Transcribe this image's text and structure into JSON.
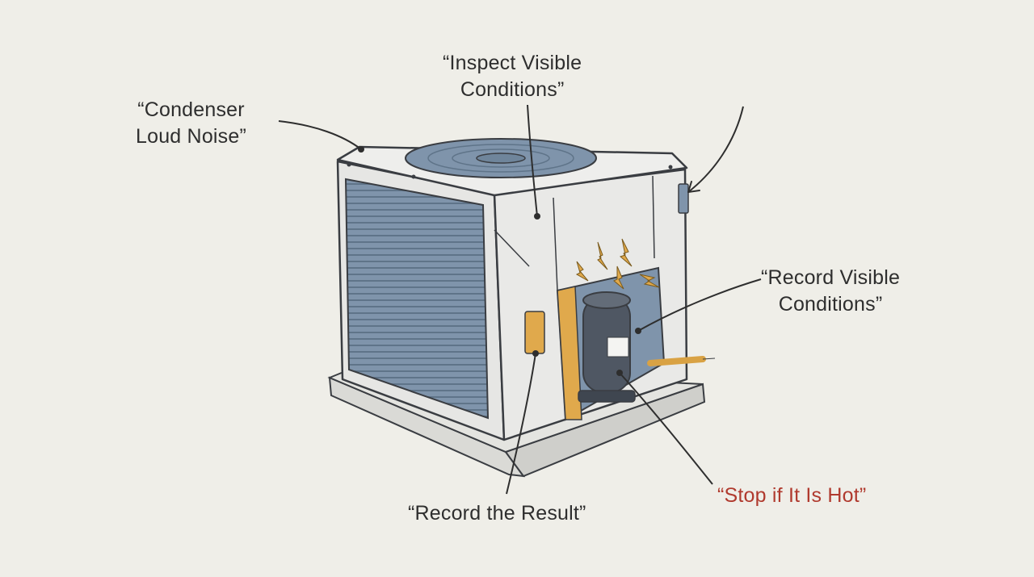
{
  "labels": {
    "condenser_noise": [
      "“Condenser",
      "Loud Noise”"
    ],
    "inspect": [
      "“Inspect Visible",
      "Conditions”"
    ],
    "record_visible": [
      "“Record Visible",
      "Conditions”"
    ],
    "stop_hot": "“Stop if It Is Hot”",
    "record_result": "“Record the Result”"
  },
  "colors": {
    "background": "#efeee8",
    "outline": "#3a3d42",
    "cabinet": "#e6e6e4",
    "coil": "#7f94ab",
    "copper": "#d9a244",
    "warning_text": "#b03a2e"
  }
}
